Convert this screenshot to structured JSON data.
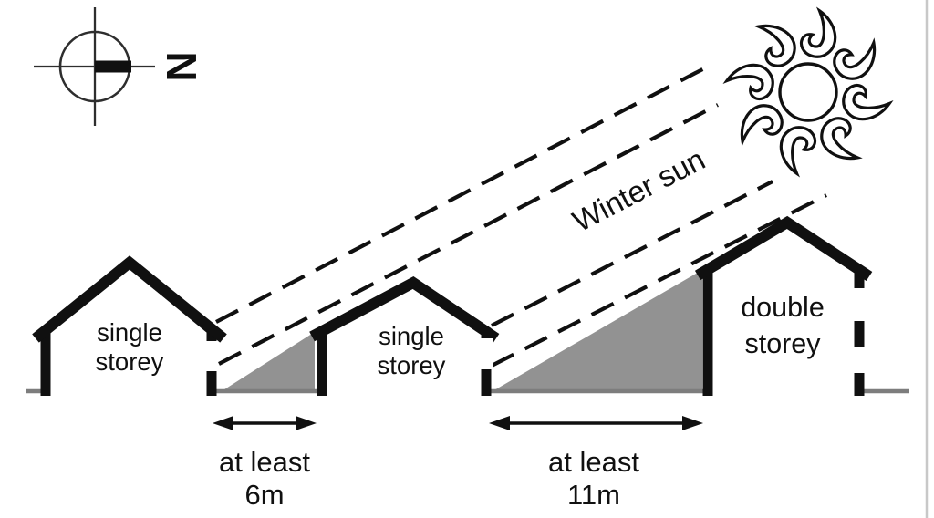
{
  "scene": {
    "background": "#ffffff",
    "ink_color": "#101010",
    "shadow_color": "#929292",
    "ground_color": "#7d7d7d",
    "border_color": "#c8c8c8"
  },
  "compass": {
    "label": "N"
  },
  "sun": {
    "label": "Winter sun"
  },
  "houses": [
    {
      "name": "left-single-storey",
      "line1": "single",
      "line2": "storey"
    },
    {
      "name": "middle-single-storey",
      "line1": "single",
      "line2": "storey"
    },
    {
      "name": "right-double-storey",
      "line1": "double",
      "line2": "storey"
    }
  ],
  "spacings": [
    {
      "name": "gap-between-house1-house2",
      "line1": "at least",
      "line2": "6m"
    },
    {
      "name": "gap-between-house2-house3",
      "line1": "at least",
      "line2": "11m"
    }
  ],
  "icons": {
    "sun": "sun-icon",
    "compass": "compass-icon",
    "arrows": "double-headed-arrow-icon"
  }
}
